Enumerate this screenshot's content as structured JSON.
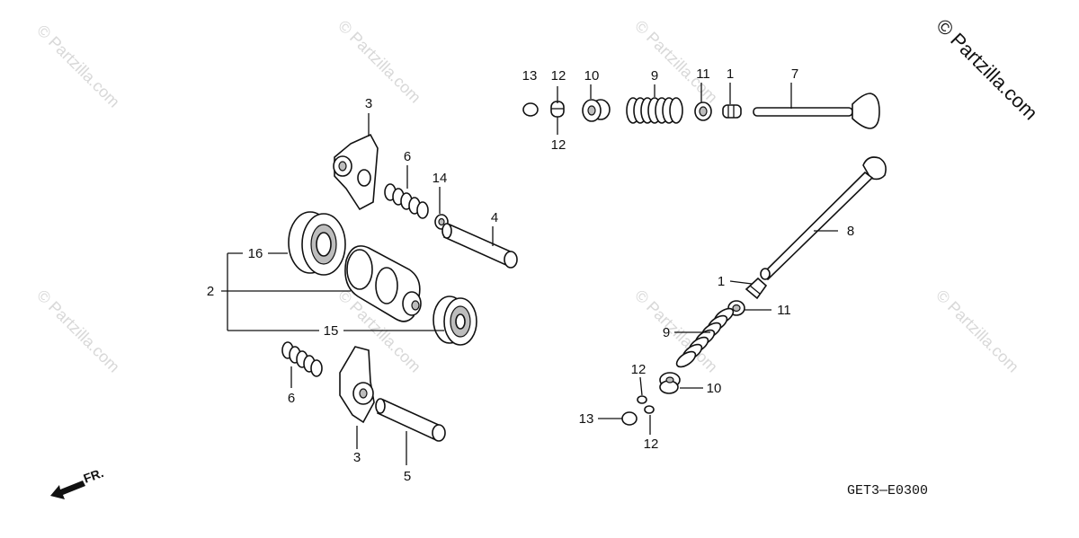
{
  "watermark": {
    "text": "© Partzilla.com",
    "corner_text": "© Partzilla.com"
  },
  "diagram_code": "GET3—E0300",
  "front_indicator": "FR.",
  "callouts": {
    "c13a": "13",
    "c12a": "12",
    "c12b": "12",
    "c10a": "10",
    "c9a": "9",
    "c11a": "11",
    "c1a": "1",
    "c7": "7",
    "c3a": "3",
    "c6a": "6",
    "c14": "14",
    "c4": "4",
    "c16": "16",
    "c2": "2",
    "c15": "15",
    "c6b": "6",
    "c3b": "3",
    "c5": "5",
    "c8": "8",
    "c1b": "1",
    "c11b": "11",
    "c9b": "9",
    "c12c": "12",
    "c10b": "10",
    "c13b": "13",
    "c12d": "12"
  }
}
